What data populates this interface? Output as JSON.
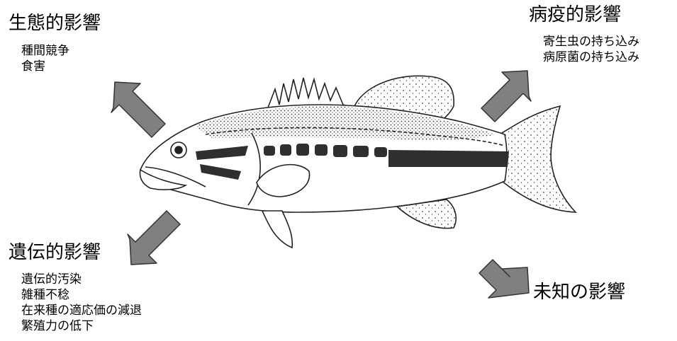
{
  "colors": {
    "arrow_fill": "#808080",
    "arrow_stroke": "#333333",
    "fish_spots": "#2f2f2f"
  },
  "ecological": {
    "title": "生態的影響",
    "items": [
      "種間競争",
      "食害"
    ]
  },
  "disease": {
    "title": "病疫的影響",
    "items": [
      "寄生虫の持ち込み",
      "病原菌の持ち込み"
    ]
  },
  "genetic": {
    "title": "遺伝的影響",
    "items": [
      "遺伝的汚染",
      "雑種不稔",
      "在来種の適応価の減退",
      "繁殖力の低下"
    ]
  },
  "unknown": {
    "title": "未知の影響"
  },
  "illustration": {
    "subject": "largemouth-bass"
  }
}
